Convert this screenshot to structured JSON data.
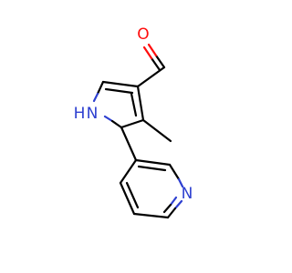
{
  "molecule": {
    "atoms": {
      "oxygen": {
        "label": "O",
        "color": "#ff0d0d"
      },
      "pyrrole_nitrogen": {
        "label": "H",
        "color": "#2d3fd0"
      },
      "pyrrole_nitrogen_n": {
        "label": "N",
        "color": "#2d3fd0"
      },
      "pyridine_nitrogen": {
        "label": "N",
        "color": "#2d3fd0"
      }
    }
  }
}
